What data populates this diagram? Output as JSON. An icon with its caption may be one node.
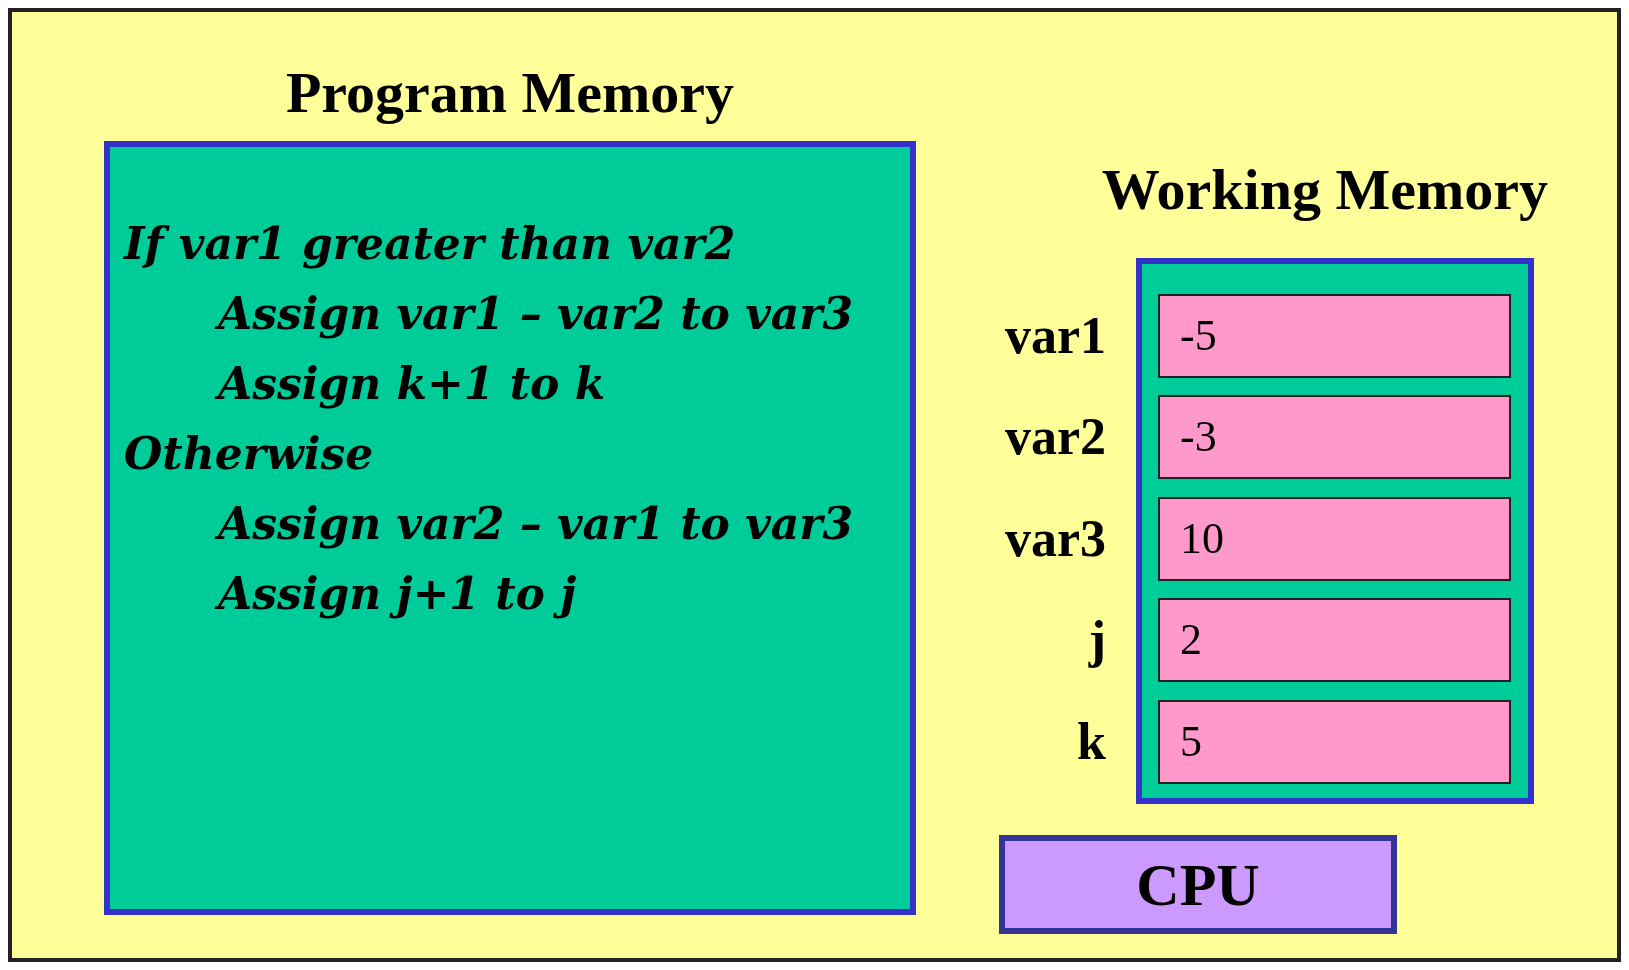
{
  "diagram": {
    "nodes": [
      {
        "text": [],
        "shape": "box"
      },
      {
        "text": [
          "Program Memory",
          "If var1 greater than var2",
          "Assign var1 – var2 to var3",
          "Assign k+1 to k",
          "Otherwise",
          "Assign var2 – var1 to var3",
          "Assign j+1 to j"
        ],
        "in": 0
      },
      {
        "text": [
          "Working Memory"
        ],
        "in": 0
      },
      {
        "text": [
          "-5"
        ],
        "beside": [
          "var1"
        ],
        "in": 2
      },
      {
        "text": [
          "-3"
        ],
        "beside": [
          "var2"
        ],
        "in": 2
      },
      {
        "text": [
          "10"
        ],
        "beside": [
          "var3"
        ],
        "in": 2
      },
      {
        "text": [
          "2"
        ],
        "beside": [
          "j"
        ],
        "in": 2
      },
      {
        "text": [
          "5"
        ],
        "beside": [
          "k"
        ],
        "in": 2
      },
      {
        "text": [
          "CPU"
        ],
        "in": 0
      }
    ],
    "edges": []
  }
}
